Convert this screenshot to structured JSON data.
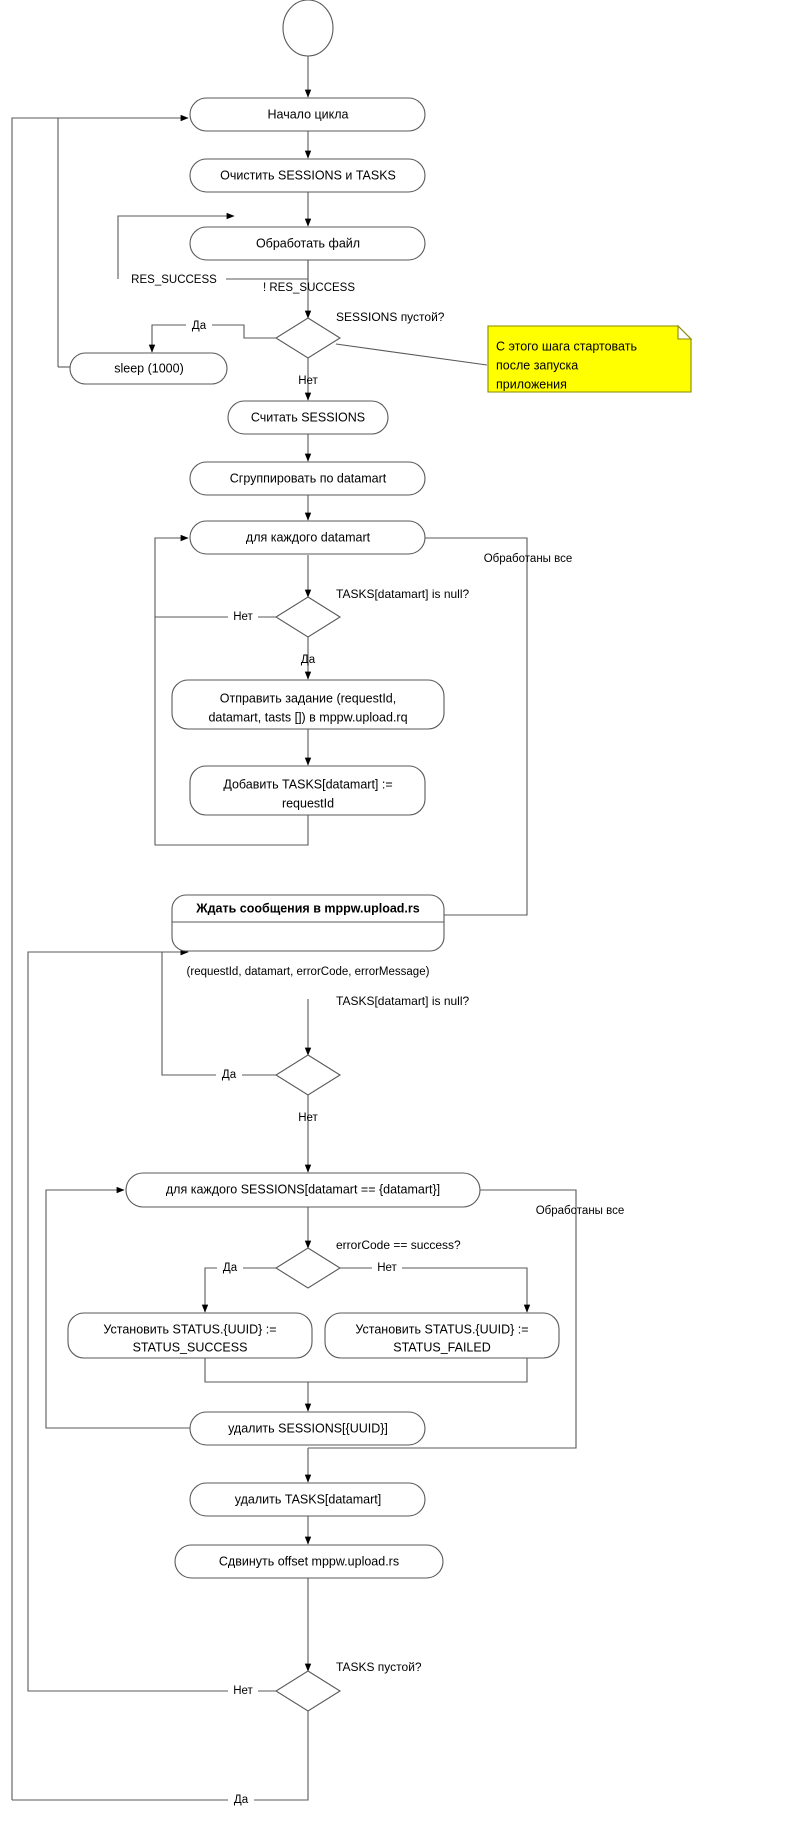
{
  "diagram": {
    "type": "flowchart",
    "title": "",
    "language": "ru",
    "colors": {
      "background": "#ffffff",
      "node_fill": "#ffffff",
      "node_stroke": "#595959",
      "edge": "#595959",
      "note_fill": "#ffff00",
      "note_stroke": "#8a8a00",
      "text": "#000000"
    },
    "start_node": {
      "label": "",
      "shape": "circle"
    },
    "nodes": [
      {
        "id": "n_start_cycle",
        "label": "Начало цикла",
        "shape": "rounded"
      },
      {
        "id": "n_clear",
        "label": "Очистить SESSIONS и TASKS",
        "shape": "rounded"
      },
      {
        "id": "n_process_file",
        "label": "Обработать файл",
        "shape": "rounded"
      },
      {
        "id": "n_sleep",
        "label": "sleep (1000)",
        "shape": "rounded"
      },
      {
        "id": "n_read_sessions",
        "label": "Считать SESSIONS",
        "shape": "rounded"
      },
      {
        "id": "n_group",
        "label": "Сгруппировать по datamart",
        "shape": "rounded"
      },
      {
        "id": "n_for_datamart",
        "label": "для каждого datamart",
        "shape": "rounded"
      },
      {
        "id": "n_send_task_l1",
        "label": "Отправить задание (requestId,",
        "shape": "rounded"
      },
      {
        "id": "n_send_task_l2",
        "label": "datamart, tasts []) в mppw.upload.rq",
        "shape": "rounded"
      },
      {
        "id": "n_add_task_l1",
        "label": "Добавить TASKS[datamart] :=",
        "shape": "rounded"
      },
      {
        "id": "n_add_task_l2",
        "label": "requestId",
        "shape": "rounded"
      },
      {
        "id": "n_wait_msg",
        "label": "Ждать сообщения в mppw.upload.rs",
        "shape": "state-2-compartment"
      },
      {
        "id": "n_for_sessions",
        "label": "для каждого SESSIONS[datamart == {datamart}]",
        "shape": "rounded"
      },
      {
        "id": "n_status_success_l1",
        "label": "Установить STATUS.{UUID} :=",
        "shape": "rounded"
      },
      {
        "id": "n_status_success_l2",
        "label": "STATUS_SUCCESS",
        "shape": "rounded"
      },
      {
        "id": "n_status_failed_l1",
        "label": "Установить STATUS.{UUID} :=",
        "shape": "rounded"
      },
      {
        "id": "n_status_failed_l2",
        "label": "STATUS_FAILED",
        "shape": "rounded"
      },
      {
        "id": "n_del_session",
        "label": "удалить SESSIONS[{UUID}]",
        "shape": "rounded"
      },
      {
        "id": "n_del_task",
        "label": "удалить TASKS[datamart]",
        "shape": "rounded"
      },
      {
        "id": "n_shift_offset",
        "label": "Сдвинуть offset  mppw.upload.rs",
        "shape": "rounded"
      }
    ],
    "decisions": [
      {
        "id": "d_sessions_empty",
        "label": "SESSIONS пустой?"
      },
      {
        "id": "d_tasks_null_1",
        "label": "TASKS[datamart] is null?"
      },
      {
        "id": "d_tasks_null_2",
        "label": "TASKS[datamart] is null?"
      },
      {
        "id": "d_errorcode",
        "label": "errorCode == success?"
      },
      {
        "id": "d_tasks_empty",
        "label": "TASKS пустой?"
      }
    ],
    "edge_labels": {
      "res_success": "RES_SUCCESS",
      "not_res_success": "! RES_SUCCESS",
      "yes": "Да",
      "no": "Нет",
      "all_processed": "Обработаны все",
      "message_payload": "(requestId, datamart, errorCode, errorMessage)"
    },
    "note": {
      "lines": [
        "С этого шага стартовать",
        "после запуска",
        "приложения"
      ]
    }
  }
}
